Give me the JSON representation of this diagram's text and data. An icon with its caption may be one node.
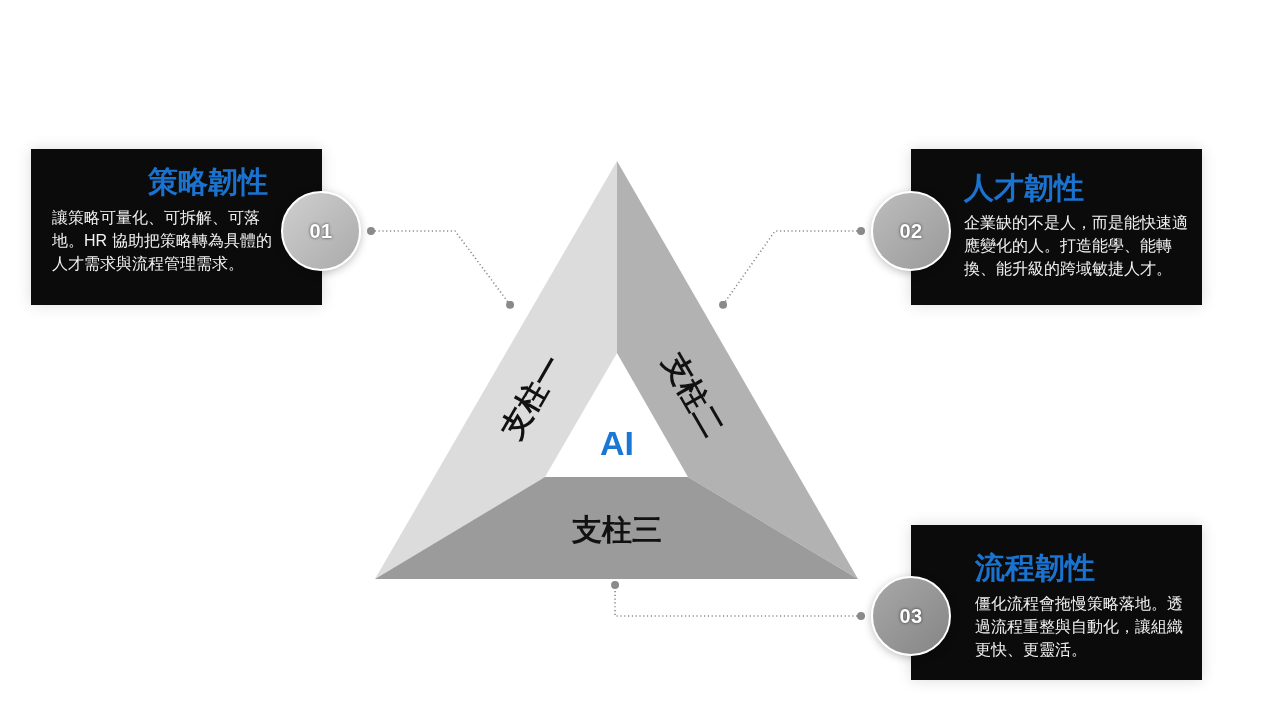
{
  "diagram": {
    "nodes": [
      {
        "text": [
          "策略韌性",
          "讓策略可量化、可拆解、可落地。HR 協助把策略轉為具體的人才需求與流程管理需求。"
        ]
      },
      {
        "text": [
          "01"
        ]
      },
      {
        "text": [
          "人才韌性",
          "企業缺的不是人，而是能快速適應變化的人。打造能學、能轉換、能升級的跨域敏捷人才。"
        ]
      },
      {
        "text": [
          "02"
        ]
      },
      {
        "text": [
          "支柱一"
        ]
      },
      {
        "text": [
          "支柱二"
        ]
      },
      {
        "text": [
          "AI"
        ]
      },
      {
        "text": [
          "支柱三"
        ]
      },
      {
        "text": [
          "流程韌性",
          "僵化流程會拖慢策略落地。透過流程重整與自動化，讓組織更快、更靈活。"
        ]
      },
      {
        "text": [
          "03"
        ]
      }
    ],
    "edges": [
      {
        "from": 1,
        "to": 4,
        "arrow": "other",
        "style": "dashed"
      },
      {
        "from": 3,
        "to": 5,
        "arrow": "other",
        "style": "dashed"
      },
      {
        "from": 9,
        "to": 7,
        "arrow": "other",
        "style": "dashed"
      }
    ]
  }
}
